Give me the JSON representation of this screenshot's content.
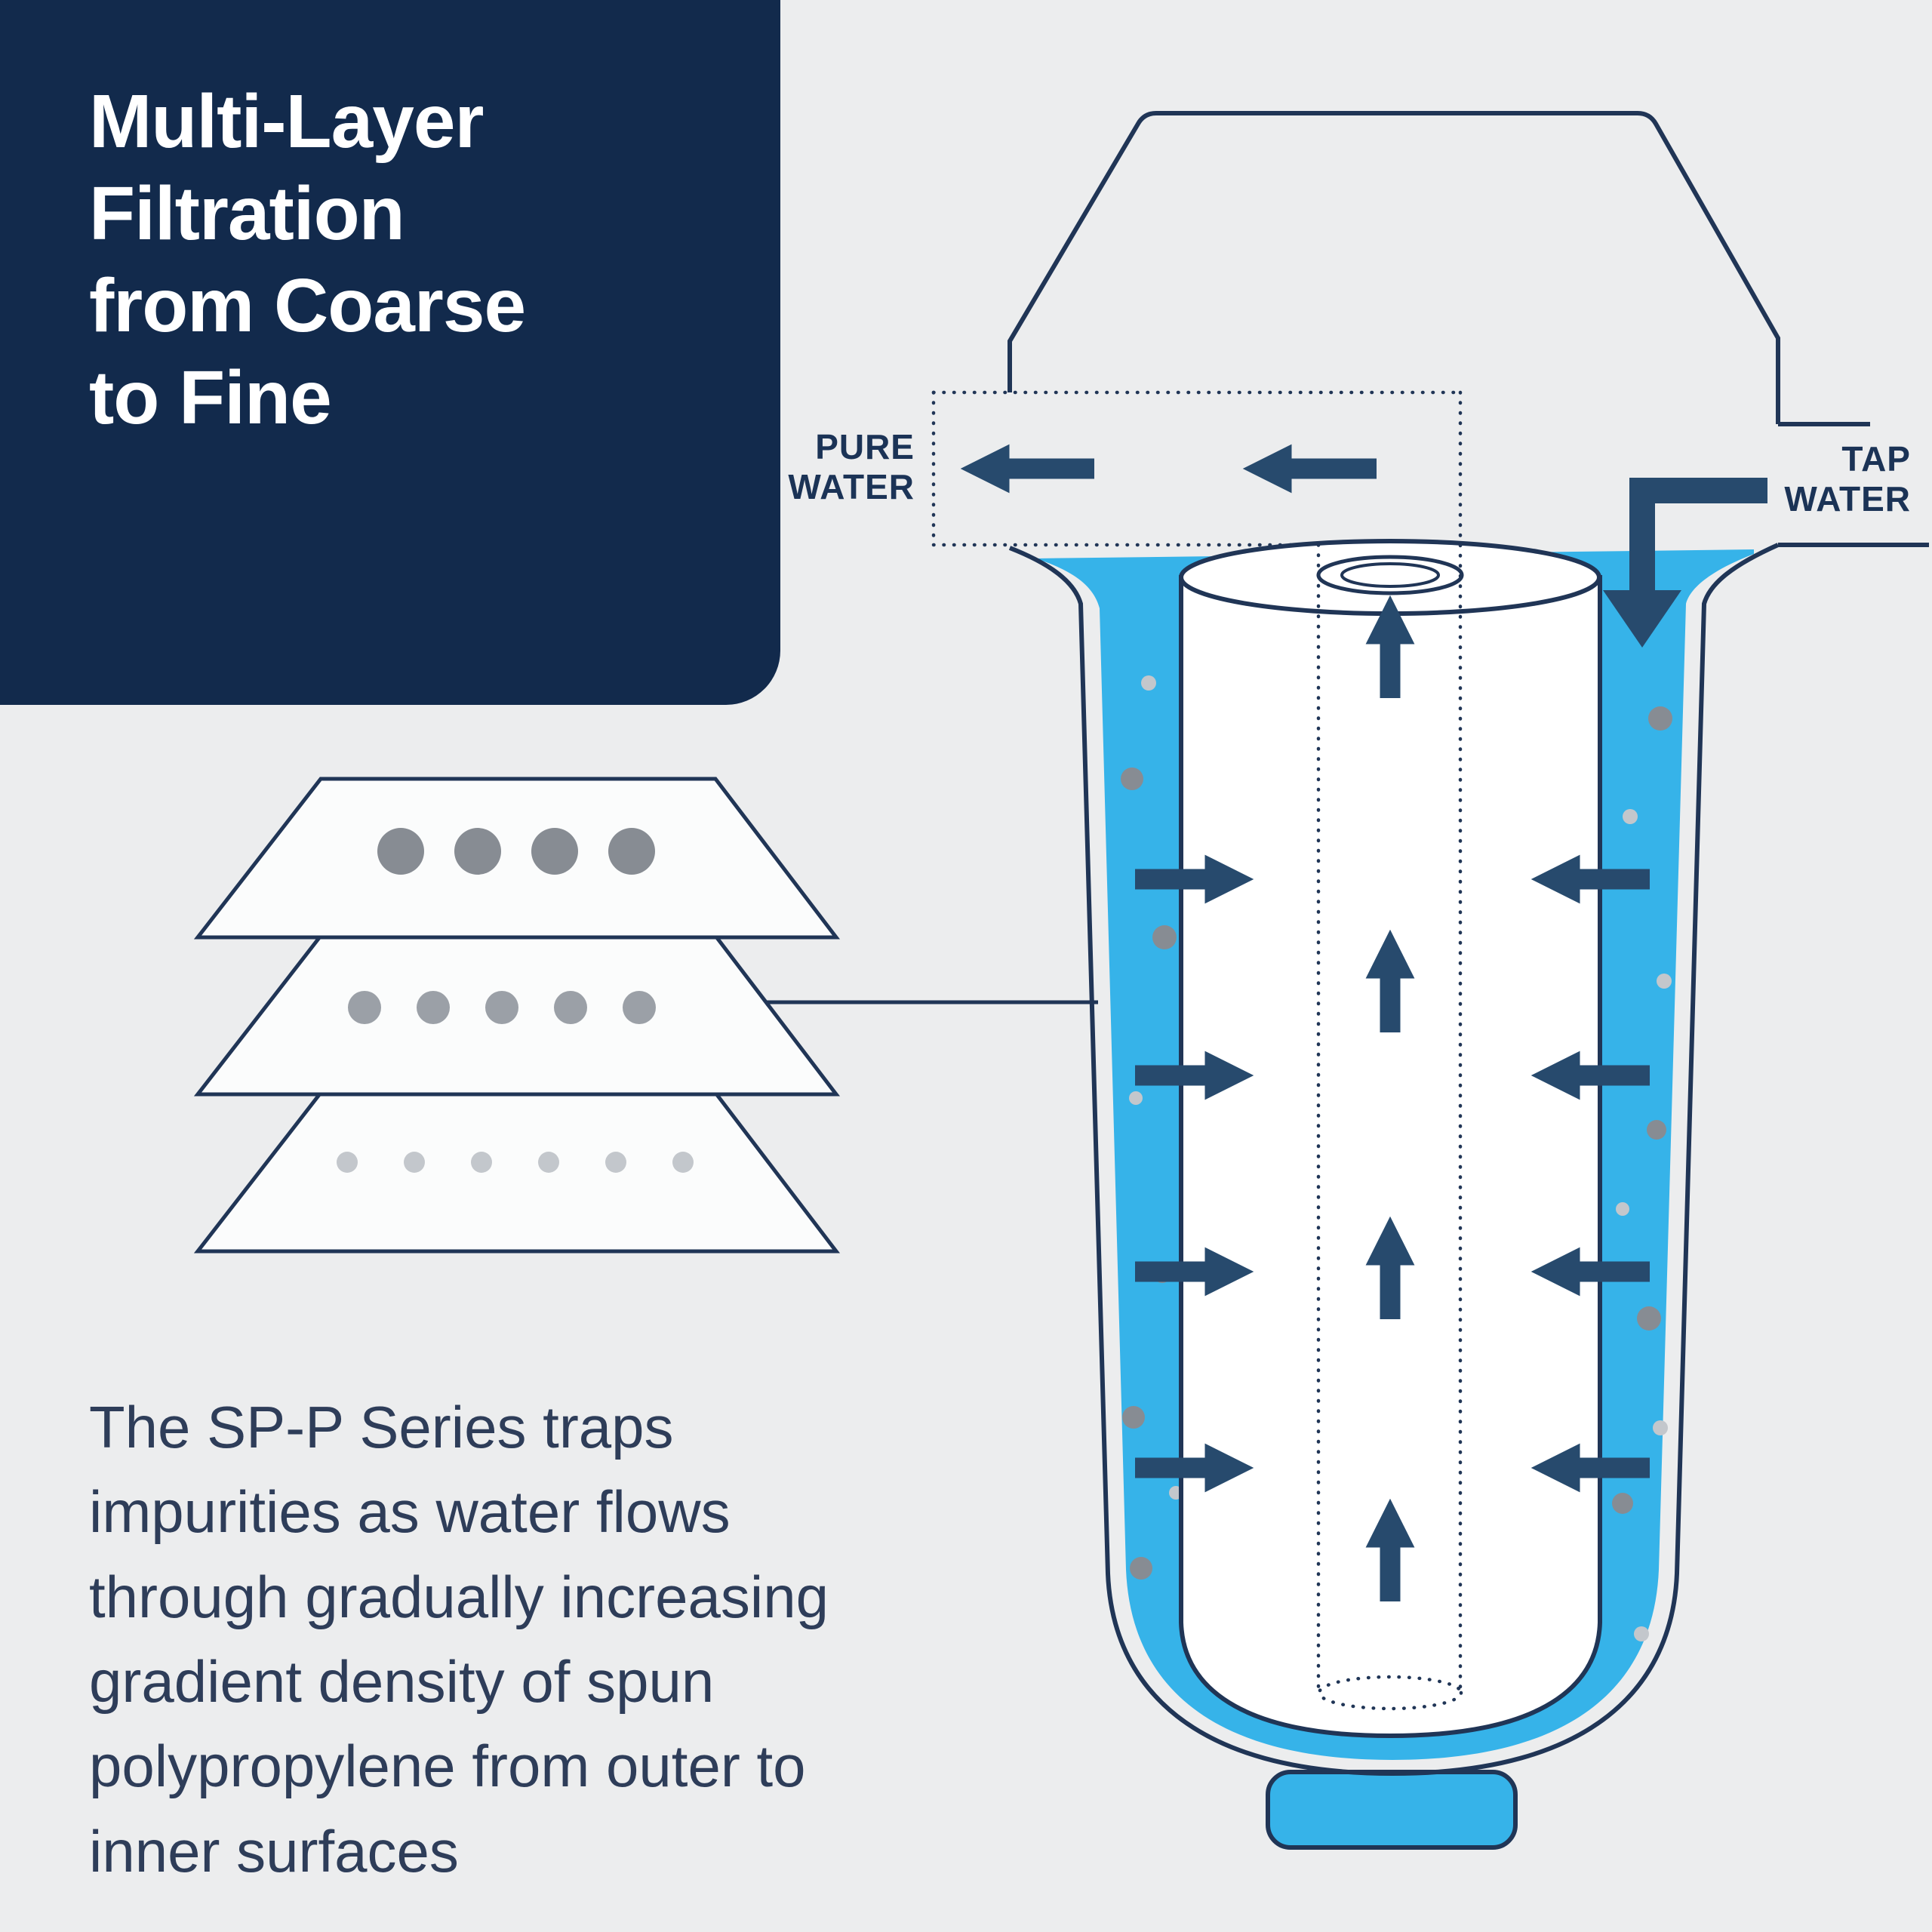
{
  "colors": {
    "background": "#ECEDEE",
    "panel_navy": "#122A4C",
    "outline_navy": "#203556",
    "arrow_navy": "#274A6D",
    "water_blue": "#36B3E9",
    "heading_text": "#FFFFFF",
    "body_text": "#2E3D59",
    "label_text": "#1B3356",
    "particle_dark": "#878C93",
    "particle_medium": "#9BA0A7",
    "particle_light": "#C3C7CC"
  },
  "title": {
    "lines": [
      "Multi-Layer",
      "Filtration",
      "from Coarse",
      "to Fine"
    ]
  },
  "description": {
    "lines": [
      "The SP-P Series traps",
      "impurities as water flows",
      "through gradually increasing",
      "gradient density of spun",
      "polypropylene from outer to",
      "inner surfaces"
    ]
  },
  "diagram": {
    "pure_water_label": {
      "line1": "PURE",
      "line2": "WATER"
    },
    "tap_water_label": {
      "line1": "TAP",
      "line2": "WATER"
    },
    "filter_layers": [
      {
        "layer": "outer-coarse",
        "particle_count": 4,
        "particle_size": "large"
      },
      {
        "layer": "middle-medium",
        "particle_count": 5,
        "particle_size": "medium"
      },
      {
        "layer": "inner-fine",
        "particle_count": 6,
        "particle_size": "small"
      }
    ]
  }
}
